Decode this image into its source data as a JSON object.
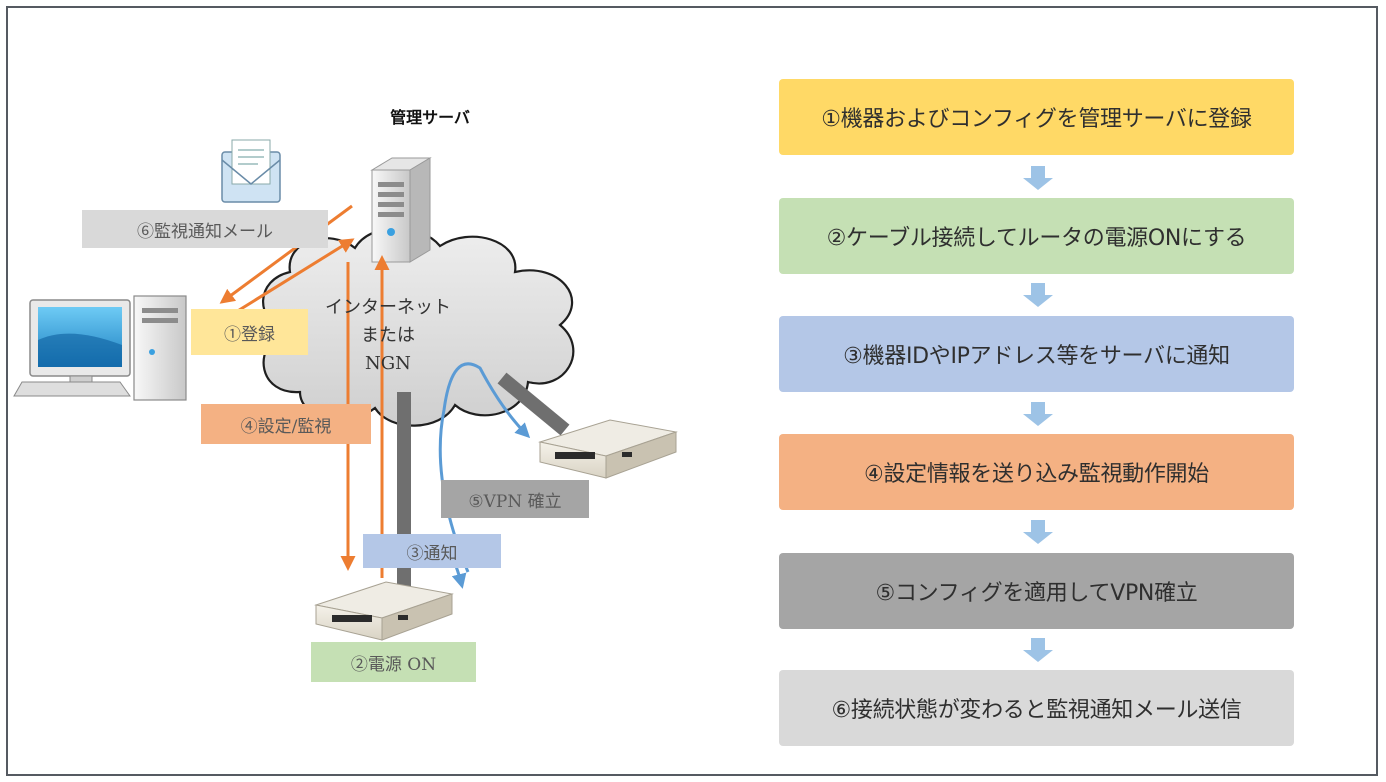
{
  "diagram": {
    "server_title": "管理サーバ",
    "cloud": {
      "line1": "インターネット",
      "line2": "または",
      "line3": "NGN"
    },
    "labels": {
      "register": "①登録",
      "power_on": "②電源 ON",
      "notify": "③通知",
      "config_monitor": "④設定/監視",
      "vpn": "⑤VPN 確立",
      "mail": "⑥監視通知メール"
    }
  },
  "steps": [
    {
      "text": "①機器およびコンフィグを管理サーバに登録",
      "color": "#ffd966"
    },
    {
      "text": "②ケーブル接続してルータの電源ONにする",
      "color": "#c5e0b4"
    },
    {
      "text": "③機器IDやIPアドレス等をサーバに通知",
      "color": "#b4c7e7"
    },
    {
      "text": "④設定情報を送り込み監視動作開始",
      "color": "#f4b183"
    },
    {
      "text": "⑤コンフィグを適用してVPN確立",
      "color": "#a5a5a5"
    },
    {
      "text": "⑥接続状態が変わると監視通知メール送信",
      "color": "#d9d9d9"
    }
  ],
  "colors": {
    "orange_arrow": "#ed7d31",
    "blue_arrow": "#5b9bd5",
    "step_arrow": "#9dc3e6",
    "cable": "#6f6f6f"
  }
}
